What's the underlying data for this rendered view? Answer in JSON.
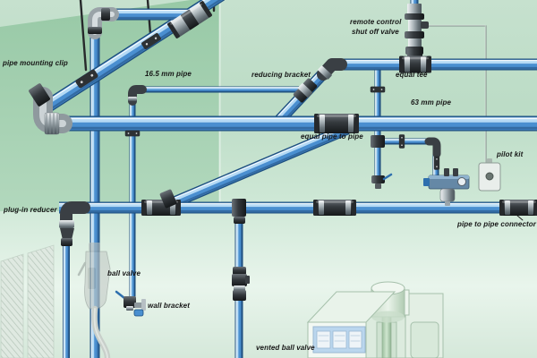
{
  "labels": {
    "pipe_mounting_clip": "pipe mounting clip",
    "pipe_16_5": "16.5 mm pipe",
    "reducing_bracket": "reducing bracket",
    "remote_control_line1": "remote control",
    "remote_control_line2": "shut off valve",
    "equal_tee": "equal tee",
    "pipe_63": "63 mm pipe",
    "equal_pipe_to_pipe": "equal pipe to pipe",
    "pilot_kit": "pilot kit",
    "plug_in_reducer": "plug-in reducer",
    "pipe_to_pipe_connector": "pipe to pipe connector",
    "ball_valve": "ball valve",
    "wall_bracket": "wall bracket",
    "vented_ball_valve": "vented ball valve"
  },
  "colors": {
    "pipe_edge": "#1d4e7e",
    "pipe_mid": "#4a8fd0",
    "pipe_light": "#b5daf5",
    "fitting_dark": "#35393d",
    "metal_light": "#c3cacd",
    "wall_green": "#a3cfb0",
    "background_green": "#c6e1ce",
    "window_blue": "#bad6ee",
    "pilot_line": "#8d9c95",
    "label": "#161616"
  }
}
